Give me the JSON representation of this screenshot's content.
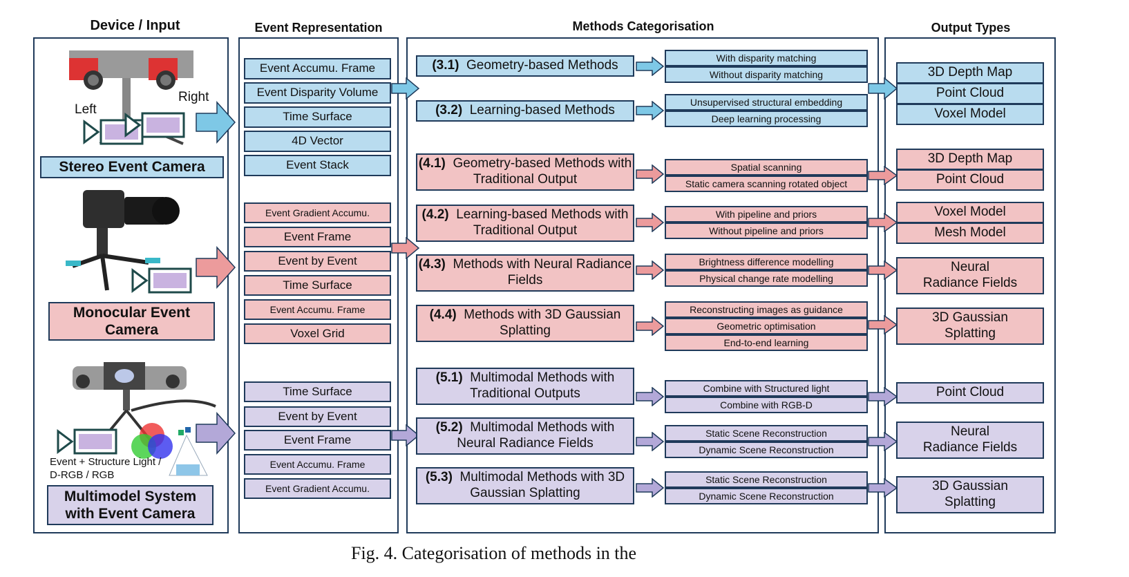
{
  "headers": {
    "device": "Device / Input",
    "representation": "Event Representation",
    "methods": "Methods Categorisation",
    "outputs": "Output Types"
  },
  "devices": {
    "stereo": {
      "label": "Stereo Event Camera",
      "left": "Left",
      "right": "Right"
    },
    "mono": {
      "label": "Monocular Event Camera"
    },
    "multi": {
      "label": "Multimodel System with Event Camera",
      "note": "Event + Structure Light / D-RGB / RGB"
    }
  },
  "representations": {
    "stereo": [
      "Event Accumu. Frame",
      "Event Disparity Volume",
      "Time Surface",
      "4D Vector",
      "Event Stack"
    ],
    "mono": [
      "Event Gradient Accumu.",
      "Event Frame",
      "Event by Event",
      "Time Surface",
      "Event Accumu. Frame",
      "Voxel Grid"
    ],
    "multi": [
      "Time Surface",
      "Event by Event",
      "Event Frame",
      "Event Accumu. Frame",
      "Event Gradient Accumu."
    ]
  },
  "methods": [
    {
      "num": "(3.1)",
      "title": "Geometry-based Methods",
      "subs": [
        "With disparity matching",
        "Without disparity matching"
      ]
    },
    {
      "num": "(3.2)",
      "title": "Learning-based Methods",
      "subs": [
        "Unsupervised structural embedding",
        "Deep learning processing"
      ]
    },
    {
      "num": "(4.1)",
      "title": "Geometry-based Methods with Traditional Output",
      "subs": [
        "Spatial scanning",
        "Static camera scanning rotated object"
      ]
    },
    {
      "num": "(4.2)",
      "title": "Learning-based Methods with Traditional Output",
      "subs": [
        "With pipeline and priors",
        "Without pipeline and priors"
      ]
    },
    {
      "num": "(4.3)",
      "title": "Methods with Neural Radiance Fields",
      "subs": [
        "Brightness difference modelling",
        "Physical change rate modelling"
      ]
    },
    {
      "num": "(4.4)",
      "title": "Methods with 3D Gaussian Splatting",
      "subs": [
        "Reconstructing images as guidance",
        "Geometric optimisation",
        "End-to-end learning"
      ]
    },
    {
      "num": "(5.1)",
      "title": "Multimodal Methods with Traditional Outputs",
      "subs": [
        "Combine with Structured light",
        "Combine with RGB-D"
      ]
    },
    {
      "num": "(5.2)",
      "title": "Multimodal Methods with Neural Radiance Fields",
      "subs": [
        "Static Scene Reconstruction",
        "Dynamic Scene Reconstruction"
      ]
    },
    {
      "num": "(5.3)",
      "title": "Multimodal Methods with 3D Gaussian Splatting",
      "subs": [
        "Static Scene Reconstruction",
        "Dynamic Scene Reconstruction"
      ]
    }
  ],
  "outputs": {
    "stereo": [
      "3D Depth Map",
      "Point Cloud",
      "Voxel Model"
    ],
    "m41": [
      "3D Depth Map",
      "Point Cloud"
    ],
    "m42": [
      "Voxel Model",
      "Mesh Model"
    ],
    "m43": [
      "Neural Radiance Fields"
    ],
    "m44": [
      "3D Gaussian Splatting"
    ],
    "m51": [
      "Point Cloud"
    ],
    "m52": [
      "Neural Radiance Fields"
    ],
    "m53": [
      "3D Gaussian Splatting"
    ]
  },
  "colors": {
    "blue": "#b9dcef",
    "red": "#f2c3c4",
    "purple": "#d8d2ea",
    "border": "#1f3a5a"
  },
  "caption": "Fig. 4. Categorisation of methods in the"
}
